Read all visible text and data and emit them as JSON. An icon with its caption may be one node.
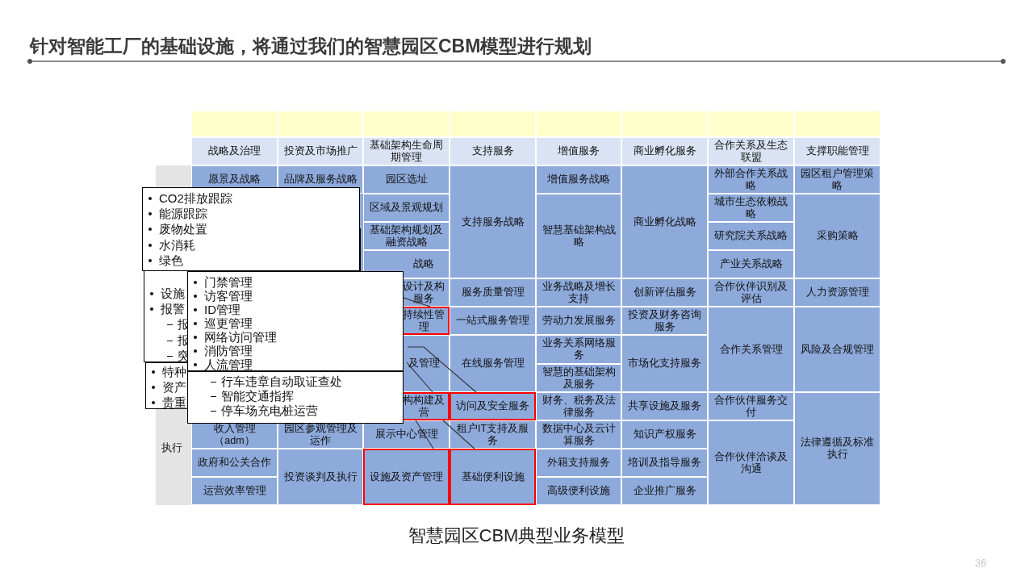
{
  "diagram": {
    "title": "针对智能工厂的基础设施，将通过我们的智慧园区CBM模型进行规划",
    "caption": "智慧园区CBM典型业务模型",
    "nodes": [
      {
        "text": [],
        "shape": "box"
      },
      {
        "text": [],
        "shape": "box"
      },
      {
        "text": [],
        "shape": "box"
      },
      {
        "text": [],
        "shape": "box"
      },
      {
        "text": [],
        "shape": "box"
      },
      {
        "text": [],
        "shape": "box"
      },
      {
        "text": [],
        "shape": "box"
      },
      {
        "text": [],
        "shape": "box"
      },
      {
        "text": [
          "战略及治理"
        ]
      },
      {
        "text": [
          "投资及市场推广"
        ]
      },
      {
        "text": [
          "基础架构生命周期管理"
        ]
      },
      {
        "text": [
          "支持服务"
        ]
      },
      {
        "text": [
          "增值服务"
        ]
      },
      {
        "text": [
          "商业孵化服务"
        ]
      },
      {
        "text": [
          "合作关系及生态联盟"
        ]
      },
      {
        "text": [
          "支撑职能管理"
        ]
      },
      {
        "text": [
          "执行"
        ]
      },
      {
        "text": [
          "愿景及战略"
        ]
      },
      {
        "text": [
          "品牌及服务战略"
        ]
      },
      {
        "text": [
          "园区选址"
        ]
      },
      {
        "text": [
          "支持服务战略"
        ]
      },
      {
        "text": [
          "增值服务战略"
        ]
      },
      {
        "text": [
          "商业孵化战略"
        ]
      },
      {
        "text": [
          "外部合作关系战略"
        ]
      },
      {
        "text": [
          "园区租户管理策略"
        ]
      },
      {
        "text": [
          "区域及景观规划"
        ]
      },
      {
        "text": [
          "智慧基础架构战略"
        ]
      },
      {
        "text": [
          "城市生态依赖战略"
        ]
      },
      {
        "text": [
          "采购策略"
        ]
      },
      {
        "text": [
          "基础架构规划及融资战略"
        ]
      },
      {
        "text": [
          "研究院关系战略"
        ]
      },
      {
        "text": [
          "战略"
        ]
      },
      {
        "text": [
          "产业关系战略"
        ]
      },
      {
        "text": [
          "设计及构服务"
        ]
      },
      {
        "text": [
          "服务质量管理"
        ]
      },
      {
        "text": [
          "业务战略及增长支持"
        ]
      },
      {
        "text": [
          "创新评估服务"
        ]
      },
      {
        "text": [
          "合作伙伴识别及评估"
        ]
      },
      {
        "text": [
          "人力资源管理"
        ]
      },
      {
        "text": [
          "持续性管理"
        ]
      },
      {
        "text": [
          "一站式服务管理"
        ]
      },
      {
        "text": [
          "劳动力发展服务"
        ]
      },
      {
        "text": [
          "投资及财务咨询服务"
        ]
      },
      {
        "text": [
          "合作关系管理"
        ]
      },
      {
        "text": [
          "风险及合规管理"
        ]
      },
      {
        "text": [
          "及管理"
        ]
      },
      {
        "text": [
          "在线服务管理"
        ]
      },
      {
        "text": [
          "业务关系网络服务"
        ]
      },
      {
        "text": [
          "市场化支持服务"
        ]
      },
      {
        "text": [
          "智慧的基础架构及服务"
        ]
      },
      {
        "text": [
          "构构建及营"
        ]
      },
      {
        "text": [
          "访问及安全服务"
        ]
      },
      {
        "text": [
          "财务、税务及法律服务"
        ]
      },
      {
        "text": [
          "共享设施及服务"
        ]
      },
      {
        "text": [
          "合作伙伴服务交付"
        ]
      },
      {
        "text": [
          "法律遵循及标准执行"
        ]
      },
      {
        "text": [
          "收入管理（adm）"
        ]
      },
      {
        "text": [
          "园区参观管理及运作"
        ]
      },
      {
        "text": [
          "展示中心管理"
        ]
      },
      {
        "text": [
          "租户IT支持及服务"
        ]
      },
      {
        "text": [
          "数据中心及云计算服务"
        ]
      },
      {
        "text": [
          "知识产权服务"
        ]
      },
      {
        "text": [
          "合作伙伴洽谈及沟通"
        ]
      },
      {
        "text": [
          "政府和公关合作"
        ]
      },
      {
        "text": [
          "投资谈判及执行"
        ]
      },
      {
        "text": [
          "设施及资产管理"
        ]
      },
      {
        "text": [
          "基础便利设施"
        ]
      },
      {
        "text": [
          "外籍支持服务"
        ]
      },
      {
        "text": [
          "培训及指导服务"
        ]
      },
      {
        "text": [
          "运营效率管理"
        ]
      },
      {
        "text": [
          "高级便利设施"
        ]
      },
      {
        "text": [
          "企业推广服务"
        ]
      },
      {
        "text": [
          "CO2排放跟踪",
          "能源跟踪",
          "废物处置",
          "水消耗",
          "绿色"
        ]
      },
      {
        "text": [
          "设施",
          "报警",
          "报",
          "报",
          "突"
        ]
      },
      {
        "text": [
          "特种",
          "资产",
          "贵重"
        ]
      },
      {
        "text": [
          "行车违章自动取证查处",
          "智能交通指挥",
          "停车场充电桩运营"
        ]
      },
      {
        "text": [
          "门禁管理",
          "访客管理",
          "ID管理",
          "巡更管理",
          "网络访问管理",
          "消防管理",
          "人流管理"
        ]
      }
    ],
    "edges": [
      {
        "from": 33,
        "to": 39,
        "arrow": "none"
      },
      {
        "from": 45,
        "to": 51,
        "arrow": "none"
      },
      {
        "from": 45,
        "to": 50,
        "arrow": "none"
      },
      {
        "from": 50,
        "to": 66,
        "arrow": "none"
      },
      {
        "from": 50,
        "to": 65,
        "arrow": "none"
      }
    ],
    "labels": [
      "36"
    ]
  }
}
